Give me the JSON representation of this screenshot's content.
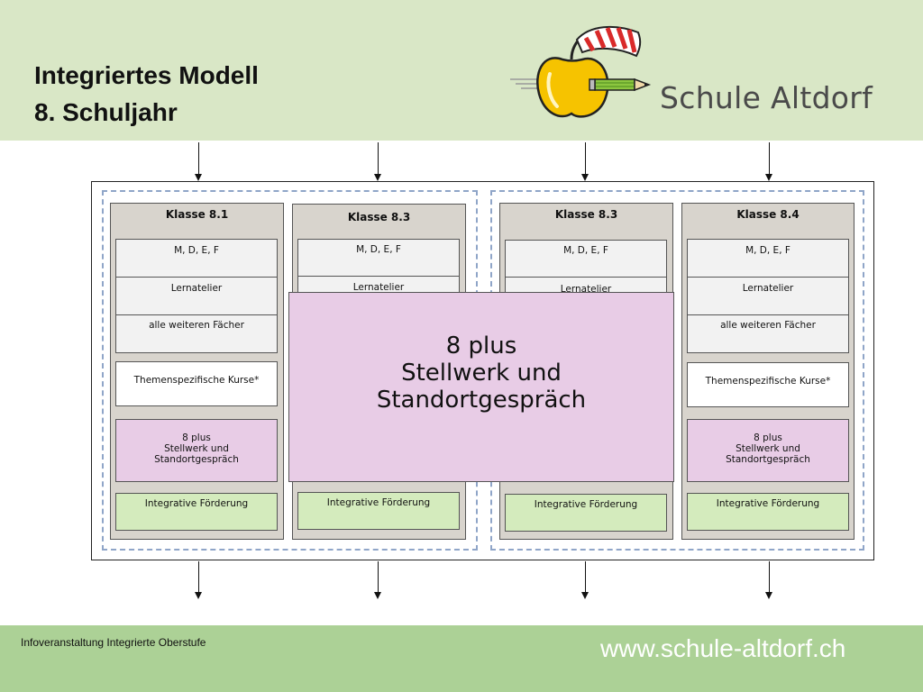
{
  "slide": {
    "title_line1": "Integriertes Modell",
    "title_line2": "8. Schuljahr"
  },
  "logo": {
    "text": "Schule Altdorf"
  },
  "columns": [
    {
      "title": "Klasse 8.1",
      "subjects": [
        "M, D, E, F",
        "Lernatelier",
        "alle weiteren Fächer"
      ],
      "themen": "Themenspezifische Kurse*",
      "plus": [
        "8 plus",
        "Stellwerk und",
        "Standortgespräch"
      ],
      "foerderung": "Integrative Förderung"
    },
    {
      "title": "Klasse 8.3",
      "subjects": [
        "M, D, E, F",
        "Lernatelier"
      ],
      "foerderung": "Integrative Förderung"
    },
    {
      "title": "Klasse 8.3",
      "subjects": [
        "M, D, E, F",
        "Lernatelier"
      ],
      "foerderung": "Integrative Förderung"
    },
    {
      "title": "Klasse 8.4",
      "subjects": [
        "M, D, E, F",
        "Lernatelier",
        "alle weiteren Fächer"
      ],
      "themen": "Themenspezifische Kurse*",
      "plus": [
        "8 plus",
        "Stellwerk und",
        "Standortgespräch"
      ],
      "foerderung": "Integrative Förderung"
    }
  ],
  "overlay": {
    "line1": "8 plus",
    "line2": "Stellwerk und",
    "line3": "Standortgespräch"
  },
  "footer": {
    "left_text": "Infoveranstaltung Integrierte Oberstufe",
    "url": "www.schule-altdorf.ch"
  },
  "colors": {
    "header_bg": "#d9e7c6",
    "footer_bg": "#acd196",
    "lilac": "#e8cce6",
    "green": "#d4ebbd",
    "dash": "#8fa5c8"
  }
}
